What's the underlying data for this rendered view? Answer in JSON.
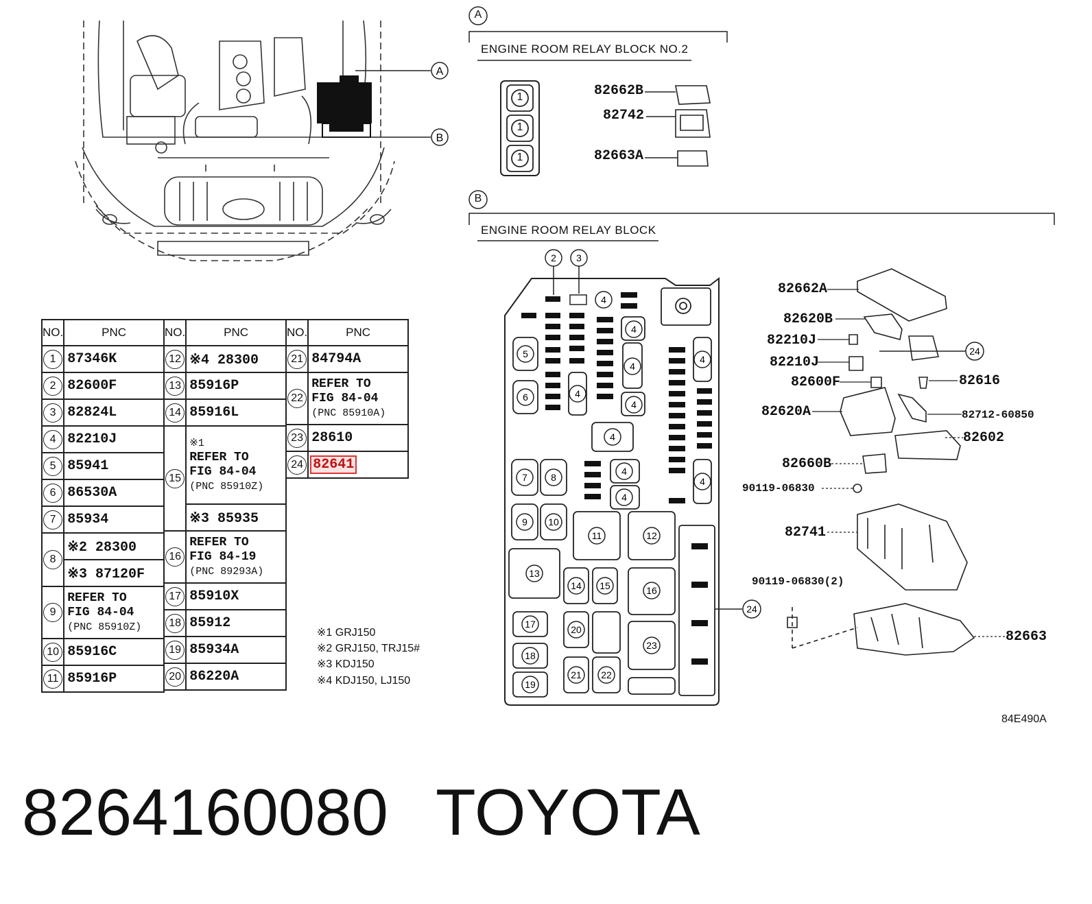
{
  "section_a": {
    "marker": "A",
    "title": "ENGINE ROOM RELAY BLOCK NO.2"
  },
  "section_b": {
    "marker": "B",
    "title": "ENGINE ROOM RELAY BLOCK"
  },
  "relay_block_2_parts": [
    "82662B",
    "82742",
    "82663A"
  ],
  "relay_block_2_slot": "1",
  "relay_block_parts": [
    "82662A",
    "82620B",
    "82210J",
    "82210J",
    "82600F",
    "82616",
    "82620A",
    "82712-60850",
    "82602",
    "82660B",
    "90119-06830",
    "82741",
    "90119-06830(2)",
    "82663"
  ],
  "callout_24": "24",
  "table": {
    "headers": {
      "no": "NO.",
      "pnc": "PNC"
    },
    "col1": [
      {
        "no": "1",
        "pnc": "87346K"
      },
      {
        "no": "2",
        "pnc": "82600F"
      },
      {
        "no": "3",
        "pnc": "82824L"
      },
      {
        "no": "4",
        "pnc": "82210J"
      },
      {
        "no": "5",
        "pnc": "85941"
      },
      {
        "no": "6",
        "pnc": "86530A"
      },
      {
        "no": "7",
        "pnc": "85934"
      },
      {
        "no": "8",
        "pnc_a": "※2 28300",
        "pnc_b": "※3 87120F"
      },
      {
        "no": "9",
        "l1": "REFER TO",
        "l2": "FIG 84-04",
        "l3": "(PNC 85910Z)"
      },
      {
        "no": "10",
        "pnc": "85916C"
      },
      {
        "no": "11",
        "pnc": "85916P"
      }
    ],
    "col2": [
      {
        "no": "12",
        "pnc": "※4 28300"
      },
      {
        "no": "13",
        "pnc": "85916P"
      },
      {
        "no": "14",
        "pnc": "85916L"
      },
      {
        "no": "15",
        "l0": "※1",
        "l1": "REFER TO",
        "l2": "FIG 84-04",
        "l3": "(PNC 85910Z)",
        "l4": "※3 85935"
      },
      {
        "no": "16",
        "l1": "REFER TO",
        "l2": "FIG 84-19",
        "l3": "(PNC 89293A)"
      },
      {
        "no": "17",
        "pnc": "85910X"
      },
      {
        "no": "18",
        "pnc": "85912"
      },
      {
        "no": "19",
        "pnc": "85934A"
      },
      {
        "no": "20",
        "pnc": "86220A"
      }
    ],
    "col3": [
      {
        "no": "21",
        "pnc": "84794A"
      },
      {
        "no": "22",
        "l1": "REFER TO",
        "l2": "FIG 84-04",
        "l3": "(PNC 85910A)"
      },
      {
        "no": "23",
        "pnc": "28610"
      },
      {
        "no": "24",
        "pnc": "82641"
      }
    ]
  },
  "notes": [
    "※1 GRJ150",
    "※2 GRJ150, TRJ15#",
    "※3 KDJ150",
    "※4 KDJ150, LJ150"
  ],
  "figure_code": "84E490A",
  "footer": {
    "part_number": "8264160080",
    "brand": "TOYOTA"
  }
}
